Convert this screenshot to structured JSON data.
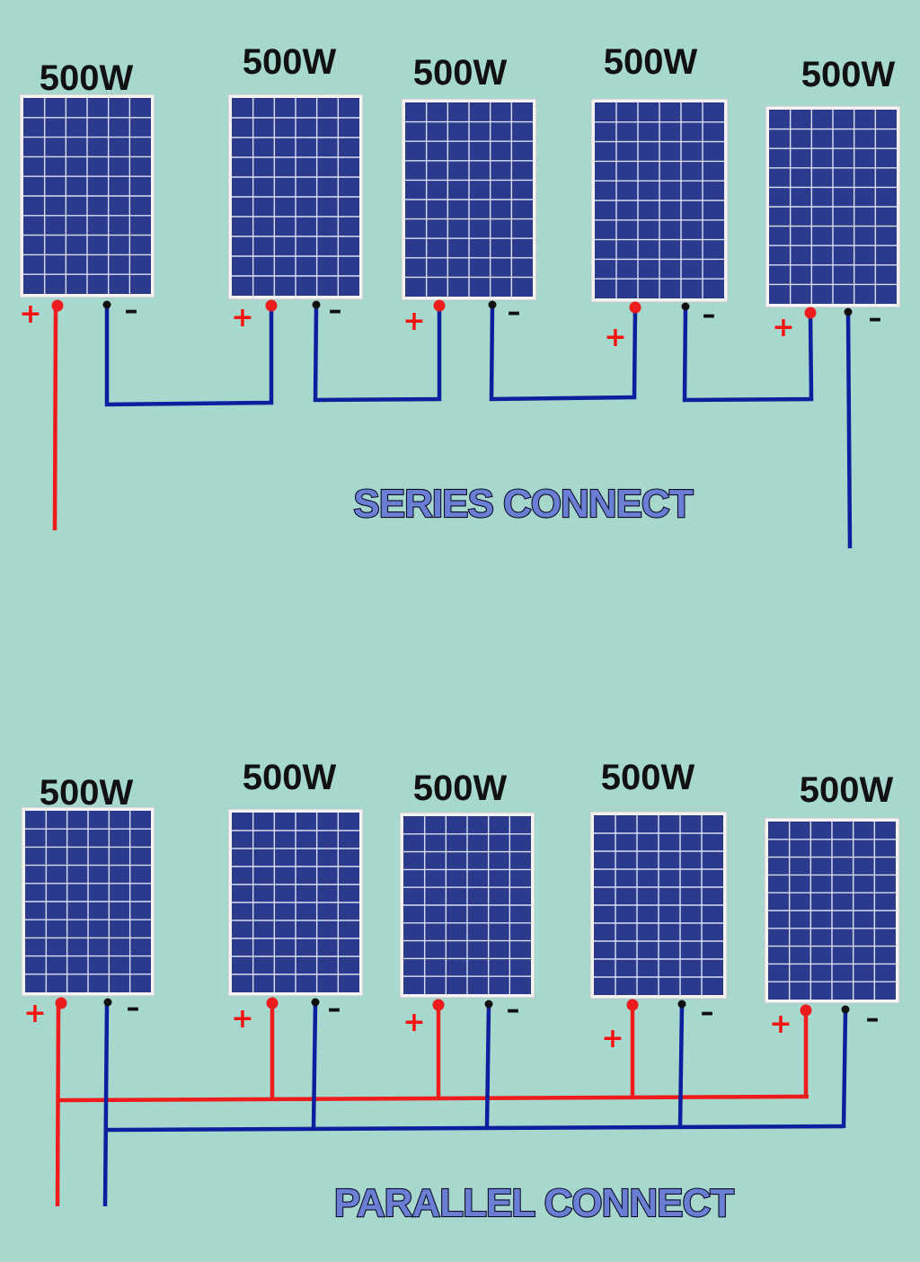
{
  "colors": {
    "background": "#a7d8cd",
    "panel_frame": "#f3f3f3",
    "panel_cell": "#2c3a8e",
    "panel_grid": "#d8def2",
    "positive_wire": "#ee1c1c",
    "negative_wire": "#0c1f9e",
    "title_fill": "#6a7ed4"
  },
  "series": {
    "title": "SERIES CONNECT",
    "panels": [
      {
        "rating": "500W",
        "plus": "+",
        "minus": "–"
      },
      {
        "rating": "500W",
        "plus": "+",
        "minus": "–"
      },
      {
        "rating": "500W",
        "plus": "+",
        "minus": "–"
      },
      {
        "rating": "500W",
        "plus": "+",
        "minus": "–"
      },
      {
        "rating": "500W",
        "plus": "+",
        "minus": "–"
      }
    ]
  },
  "parallel": {
    "title": "PARALLEL CONNECT",
    "panels": [
      {
        "rating": "500W",
        "plus": "+",
        "minus": "–"
      },
      {
        "rating": "500W",
        "plus": "+",
        "minus": "–"
      },
      {
        "rating": "500W",
        "plus": "+",
        "minus": "–"
      },
      {
        "rating": "500W",
        "plus": "+",
        "minus": "–"
      },
      {
        "rating": "500W",
        "plus": "+",
        "minus": "–"
      }
    ]
  }
}
